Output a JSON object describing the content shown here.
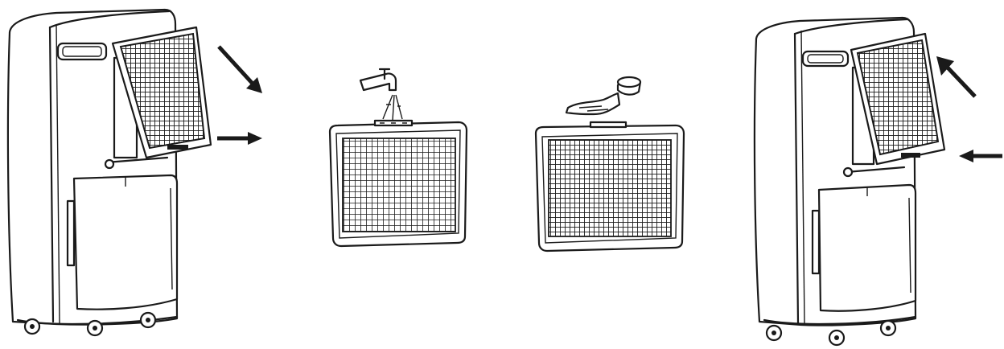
{
  "figure": {
    "steps": [
      {
        "id": "remove",
        "icon": "dehumidifier-filter-open-icon",
        "arrows": [
          "arrow-in-diagonal",
          "arrow-in-horizontal"
        ]
      },
      {
        "id": "rinse",
        "icon": "faucet-rinse-filter-icon"
      },
      {
        "id": "dry",
        "icon": "pour-dry-filter-icon"
      },
      {
        "id": "reinstall",
        "icon": "dehumidifier-filter-close-icon",
        "arrows": [
          "arrow-out-diagonal",
          "arrow-in-horizontal-left"
        ]
      }
    ],
    "colors": {
      "ink": "#1a1a1a",
      "background": "#ffffff"
    }
  }
}
